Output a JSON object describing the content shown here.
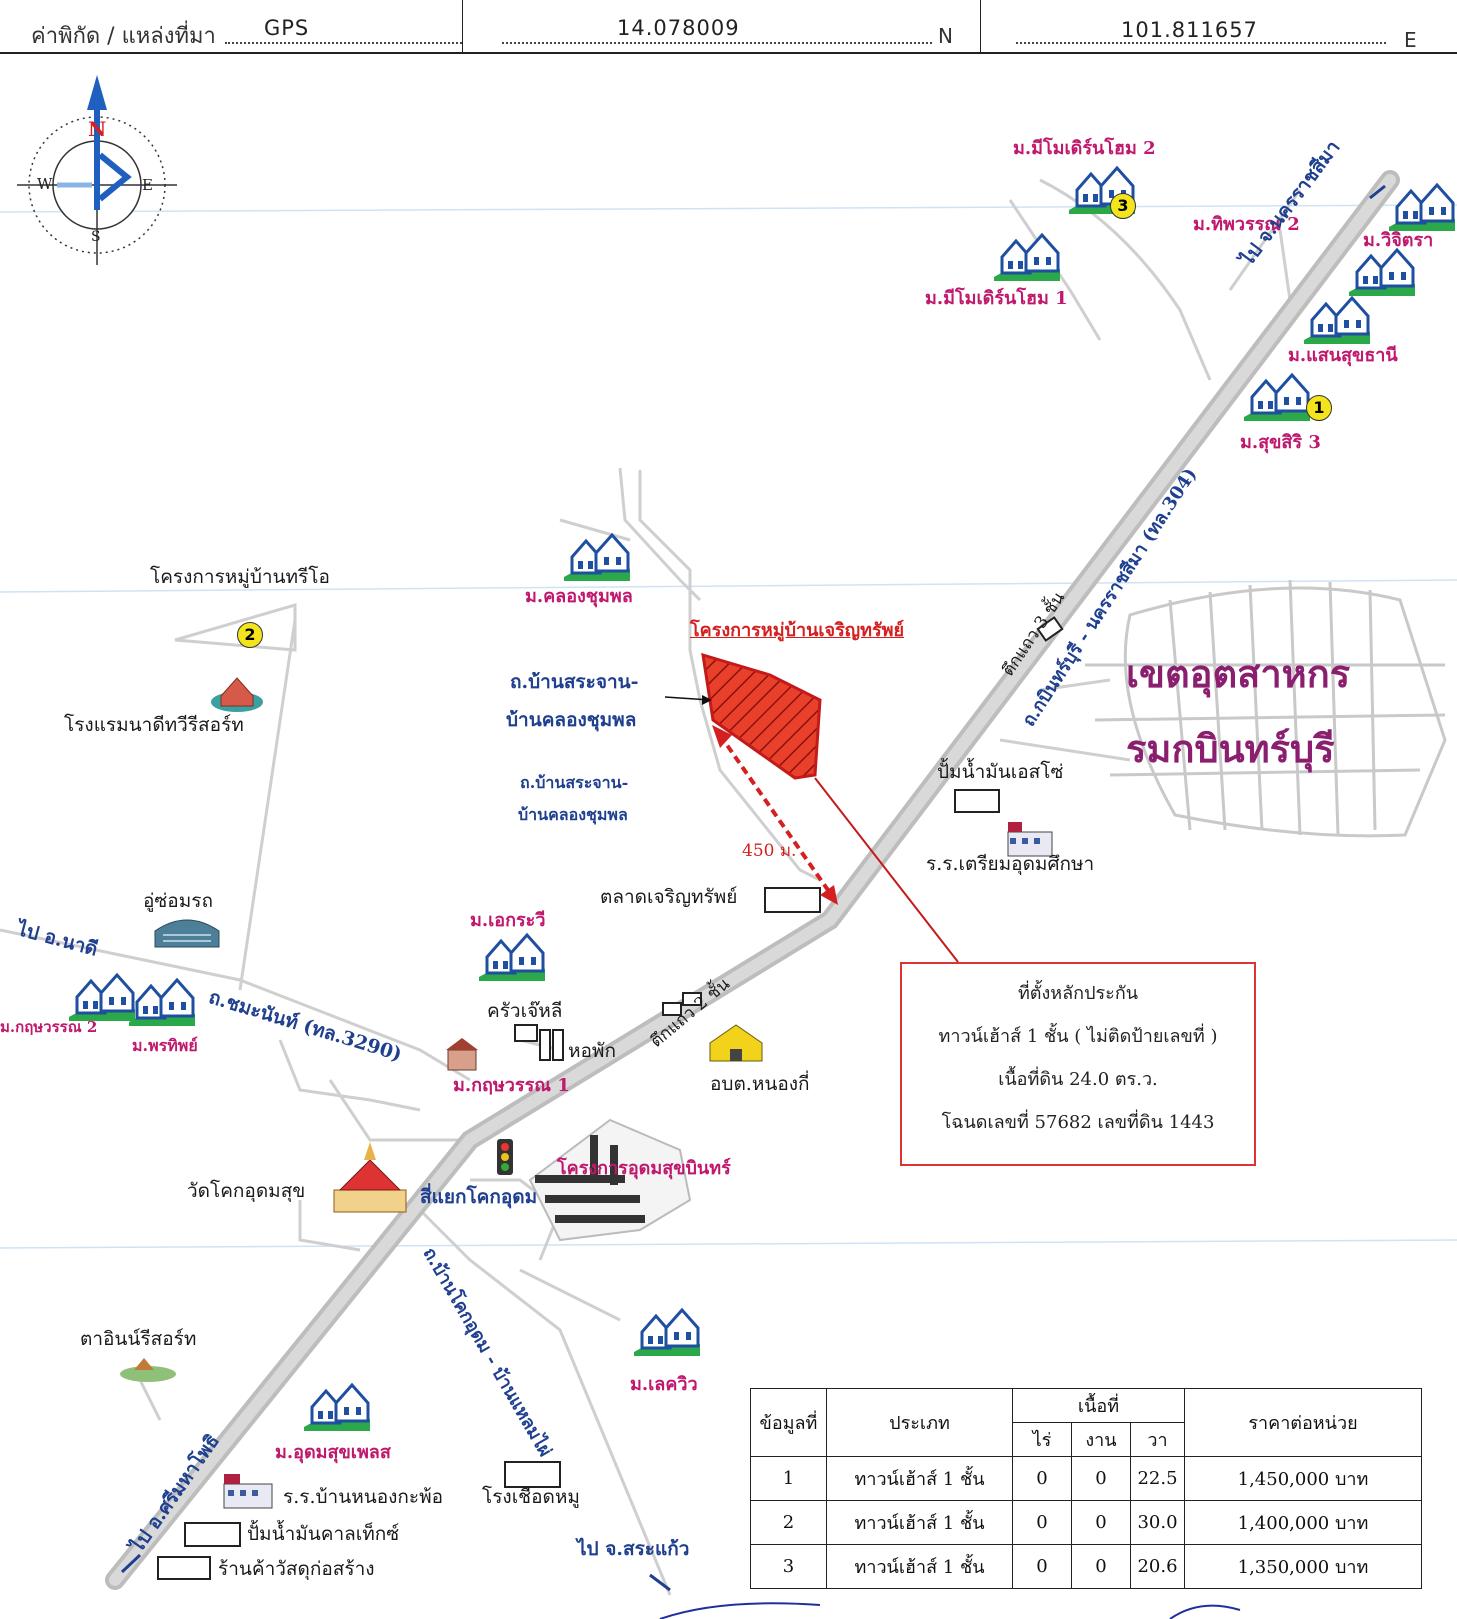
{
  "header": {
    "label": "ค่าพิกัด / แหล่งที่มา",
    "source": "GPS",
    "lat": "14.078009",
    "lat_suffix": "N",
    "lon": "101.811657",
    "lon_suffix": "E"
  },
  "compass": {
    "n": "N",
    "s": "S",
    "e": "E",
    "w": "W"
  },
  "labels": {
    "mimo2": "ม.มีโมเดิร์นโฮม 2",
    "mimo1": "ม.มีโมเดิร์นโฮม 1",
    "tippawan2": "ม.ทิพวรรณ 2",
    "wichitra": "ม.วิจิตรา",
    "saensuk": "ม.แสนสุขธานี",
    "suksiri3": "ม.สุขสิริ 3",
    "to_korat": "ไป จ.นครราชสีมา",
    "hwy304": "ถ.กบินทร์บุรี - นครราชสีมา (ทล.304)",
    "khlongchumphon": "ม.คลองชุมพล",
    "treeo": "โครงการหมู่บ้านทรีโอ",
    "project": "โครงการหมู่บ้านเจริญทรัพย์",
    "road_a1": "ถ.บ้านสระจาน-",
    "road_a2": "บ้านคลองชุมพล",
    "road_b1": "ถ.บ้านสระจาน-",
    "road_b2": "บ้านคลองชุมพล",
    "tuk3": "ตึกแถว 3 ชั้น",
    "zone1": "เขตอุตสาหกร",
    "zone2": "รมกบินทร์บุรี",
    "hotel": "โรงแรมนาดีทวีรีสอร์ท",
    "esso": "ปั้มน้ำมันเอสโซ่",
    "school1": "ร.ร.เตรียมอุดมศึกษา",
    "dist": "450 ม.",
    "market": "ตลาดเจริญทรัพย์",
    "garage": "อู่ซ่อมรถ",
    "to_nadee": "ไป อ.นาดี",
    "ekkarawee": "ม.เอกระวี",
    "krua": "ครัวเจ๊หลี",
    "dorm": "หอพัก",
    "tuk2": "ตึกแถว 2 ชั้น",
    "chamanan": "ถ.ชมะนันท์ (ทล.3290)",
    "kritsawan2": "ม.กฤษวรรณ 2",
    "pornthip": "ม.พรทิพย์",
    "kritsawan1": "ม.กฤษวรรณ 1",
    "obt": "อบต.หนองกี่",
    "wat": "วัดโคกอุดมสุข",
    "junction": "สี่แยกโคกอุดม",
    "udomsuk_proj": "โครงการอุดมสุขบินทร์",
    "road_ban": "ถ.บ้านโคกอุดม - บ้านแหลมไผ่",
    "resort": "ตาอินน์รีสอร์ท",
    "lakeview": "ม.เลควิว",
    "udomsuk_place": "ม.อุดมสุขเพลส",
    "school2": "ร.ร.บ้านหนองกะพ้อ",
    "slaughter": "โรงเชือดหมู",
    "caltex": "ปั้มน้ำมันคาลเท็กซ์",
    "hardware": "ร้านค้าวัสดุก่อสร้าง",
    "to_srimahaphot": "ไป อ.ศรีมหาโพธิ",
    "to_sakaeo": "ไป จ.สระแก้ว"
  },
  "markers": {
    "m1": "1",
    "m2": "2",
    "m3": "3"
  },
  "info": {
    "line1": "ที่ตั้งหลักประกัน",
    "line2": "ทาวน์เฮ้าส์ 1 ชั้น ( ไม่ติดป้ายเลขที่ )",
    "line3": "เนื้อที่ดิน 24.0 ตร.ว.",
    "line4": "โฉนดเลขที่ 57682 เลขที่ดิน 1443"
  },
  "table": {
    "headers": {
      "no": "ข้อมูลที่",
      "type": "ประเภท",
      "area": "เนื้อที่",
      "rai": "ไร่",
      "ngan": "งาน",
      "wa": "วา",
      "price": "ราคาต่อหน่วย"
    },
    "rows": [
      {
        "no": "1",
        "type": "ทาวน์เฮ้าส์ 1 ชั้น",
        "rai": "0",
        "ngan": "0",
        "wa": "22.5",
        "price": "1,450,000 บาท"
      },
      {
        "no": "2",
        "type": "ทาวน์เฮ้าส์ 1 ชั้น",
        "rai": "0",
        "ngan": "0",
        "wa": "30.0",
        "price": "1,400,000 บาท"
      },
      {
        "no": "3",
        "type": "ทาวน์เฮ้าส์ 1 ชั้น",
        "rai": "0",
        "ngan": "0",
        "wa": "20.6",
        "price": "1,350,000 บาท"
      }
    ]
  },
  "colors": {
    "road": "#c8c8c8",
    "magenta": "#c0186d",
    "blue": "#1f3f8f",
    "red": "#d42020",
    "house_green": "#2aa84a",
    "house_blue": "#1e4fa0",
    "marker_yellow": "#f3e41c"
  }
}
